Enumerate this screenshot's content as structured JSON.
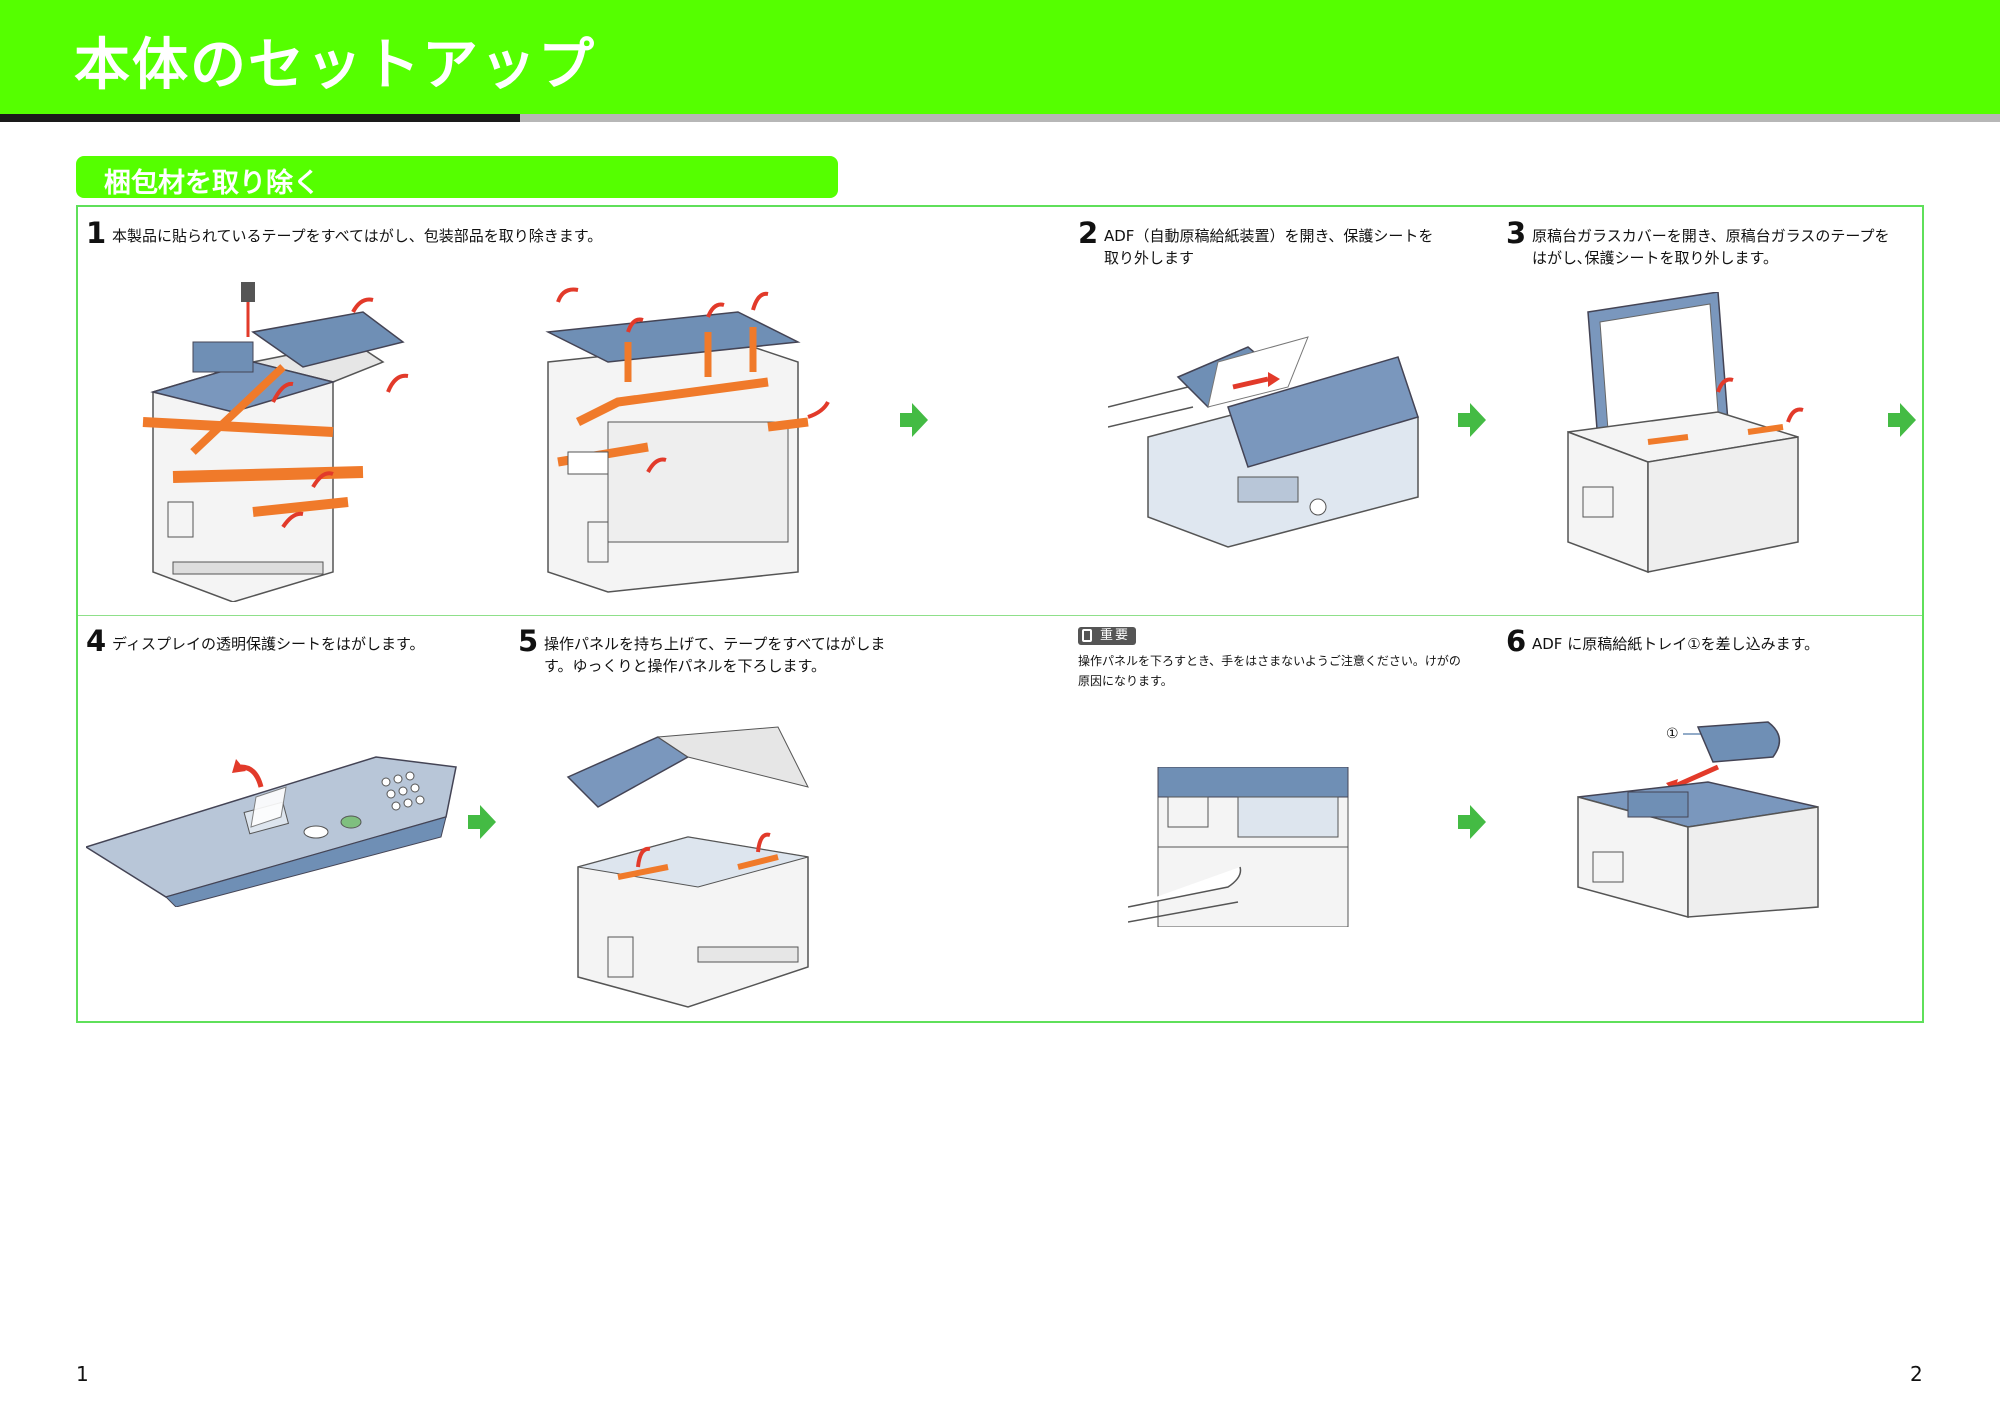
{
  "header": {
    "title": "本体のセットアップ"
  },
  "section": {
    "title": "梱包材を取り除く"
  },
  "steps": [
    {
      "num": "1",
      "text": "本製品に貼られているテープをすべてはがし、包装部品を取り除きます。"
    },
    {
      "num": "2",
      "text": "ADF（自動原稿給紙装置）を開き、保護シートを取り外します"
    },
    {
      "num": "3",
      "text": "原稿台ガラスカバーを開き、原稿台ガラスのテープをはがし､保護シートを取り外します。"
    },
    {
      "num": "4",
      "text": "ディスプレイの透明保護シートをはがします。"
    },
    {
      "num": "5",
      "text": "操作パネルを持ち上げて、テープをすべてはがします。ゆっくりと操作パネルを下ろします。"
    },
    {
      "num": "6",
      "text": "ADF に原稿給紙トレイ①を差し込みます。"
    }
  ],
  "note": {
    "label": "重要",
    "text": "操作パネルを下ろすとき、手をはさまないようご注意ください。けがの原因になります。"
  },
  "callout": {
    "marker": "①"
  },
  "footer": {
    "page_left": "1",
    "page_right": "2"
  },
  "colors": {
    "accent_green": "#55ff00",
    "border_green": "#5fe05a",
    "arrow_green": "#44bb44",
    "printer_blue": "#6f8fb5",
    "tape_orange": "#f07a2a",
    "arrow_red": "#e23a2a"
  }
}
